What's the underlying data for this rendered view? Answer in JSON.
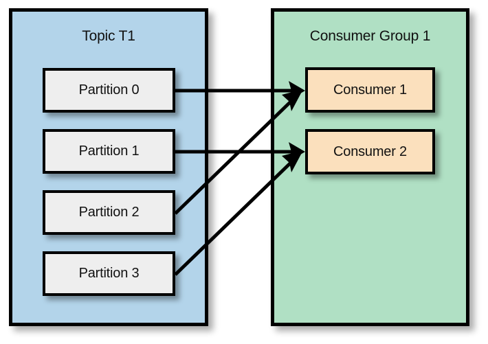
{
  "diagram": {
    "type": "kafka-consumer-group-partition-assignment",
    "background_color": "#ffffff"
  },
  "topic_panel": {
    "title": "Topic T1",
    "fill_color": "#b3d4ea",
    "border_color": "#000000",
    "partitions": [
      {
        "label": "Partition 0",
        "fill_color": "#eeeeee"
      },
      {
        "label": "Partition 1",
        "fill_color": "#eeeeee"
      },
      {
        "label": "Partition 2",
        "fill_color": "#eeeeee"
      },
      {
        "label": "Partition 3",
        "fill_color": "#eeeeee"
      }
    ]
  },
  "group_panel": {
    "title": "Consumer Group 1",
    "fill_color": "#b0e0c4",
    "border_color": "#000000",
    "consumers": [
      {
        "label": "Consumer 1",
        "fill_color": "#fbe0bd"
      },
      {
        "label": "Consumer 2",
        "fill_color": "#fbe0bd"
      }
    ]
  },
  "connections": [
    {
      "name": "partition-0-to-consumer-1",
      "from": "Partition 0",
      "to": "Consumer 1",
      "style": "straight"
    },
    {
      "name": "partition-1-to-consumer-2",
      "from": "Partition 1",
      "to": "Consumer 2",
      "style": "straight"
    },
    {
      "name": "partition-2-to-consumer-1",
      "from": "Partition 2",
      "to": "Consumer 1",
      "style": "diagonal"
    },
    {
      "name": "partition-3-to-consumer-2",
      "from": "Partition 3",
      "to": "Consumer 2",
      "style": "diagonal"
    }
  ]
}
